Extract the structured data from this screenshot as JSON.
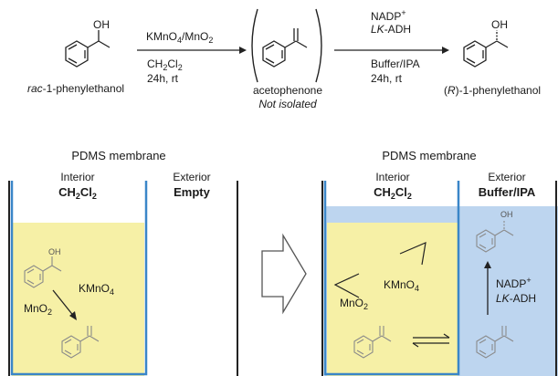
{
  "scheme": {
    "start_label_prefix": "rac",
    "start_label_suffix": "-1-phenylethanol",
    "step1": {
      "reagent_main": "KMnO",
      "reagent_sub": "4",
      "reagent_mid": "/MnO",
      "reagent_sub2": "2",
      "solvent_main": "CH",
      "solvent_sub": "2",
      "solvent_mid": "Cl",
      "solvent_sub2": "2",
      "conditions": "24h, rt"
    },
    "intermediate_label": "acetophenone",
    "intermediate_note": "Not isolated",
    "step2": {
      "cofactor_main": "NADP",
      "cofactor_sup": "+",
      "enzyme_prefix": "LK",
      "enzyme_suffix": "-ADH",
      "solvent": "Buffer/IPA",
      "conditions": "24h, rt"
    },
    "product_label_prefix": "(",
    "product_label_italic": "R",
    "product_label_suffix": ")-1-phenylethanol",
    "oh_label": "OH"
  },
  "left_panel": {
    "title": "PDMS membrane",
    "interior_label": "Interior",
    "interior_solvent_main": "CH",
    "interior_solvent_sub": "2",
    "interior_solvent_mid": "Cl",
    "interior_solvent_sub2": "2",
    "exterior_label": "Exterior",
    "exterior_value": "Empty",
    "oxidant_main": "KMnO",
    "oxidant_sub": "4",
    "reductant_main": "MnO",
    "reductant_sub": "2"
  },
  "right_panel": {
    "title": "PDMS membrane",
    "interior_label": "Interior",
    "interior_solvent_main": "CH",
    "interior_solvent_sub": "2",
    "interior_solvent_mid": "Cl",
    "interior_solvent_sub2": "2",
    "exterior_label": "Exterior",
    "exterior_value": "Buffer/IPA",
    "oxidant_main": "KMnO",
    "oxidant_sub": "4",
    "reductant_main": "MnO",
    "reductant_sub": "2",
    "cofactor_main": "NADP",
    "cofactor_sup": "+",
    "enzyme_prefix": "LK",
    "enzyme_suffix": "-ADH"
  },
  "colors": {
    "interior_fill": "#f6f0a6",
    "exterior_fill": "#bdd5ef",
    "membrane_stroke": "#3a86c8",
    "wall_stroke": "#222222",
    "faded_structure": "#8a8a8a"
  }
}
